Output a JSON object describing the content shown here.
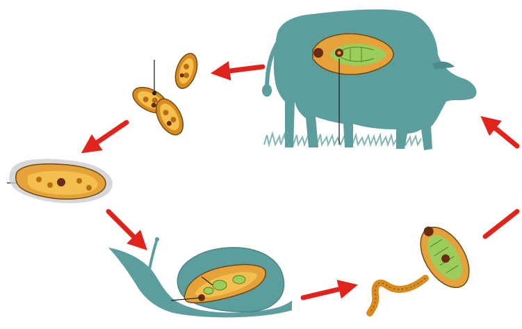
{
  "diagram": {
    "type": "life-cycle",
    "stages": [
      {
        "id": "cow",
        "icon": "cow-with-adult-fluke"
      },
      {
        "id": "eggs",
        "icon": "eggs-cluster"
      },
      {
        "id": "miracidium",
        "icon": "miracidium-larva"
      },
      {
        "id": "snail",
        "icon": "snail-intermediate-host"
      },
      {
        "id": "cercaria",
        "icon": "cercaria-larva"
      }
    ],
    "arrows": [
      {
        "from": "cow",
        "to": "eggs"
      },
      {
        "from": "eggs",
        "to": "miracidium"
      },
      {
        "from": "miracidium",
        "to": "snail"
      },
      {
        "from": "snail",
        "to": "cercaria"
      },
      {
        "from": "cercaria",
        "to": "cow"
      }
    ],
    "colors": {
      "host": "#5c9e9e",
      "grass": "#7fb5b3",
      "arrow": "#e0241b",
      "fluke_body": "#e6a23a",
      "fluke_core": "#9ccc5a",
      "egg": "#d98b1f",
      "nucleus": "#6b2a12",
      "leader_line": "#222222"
    }
  }
}
